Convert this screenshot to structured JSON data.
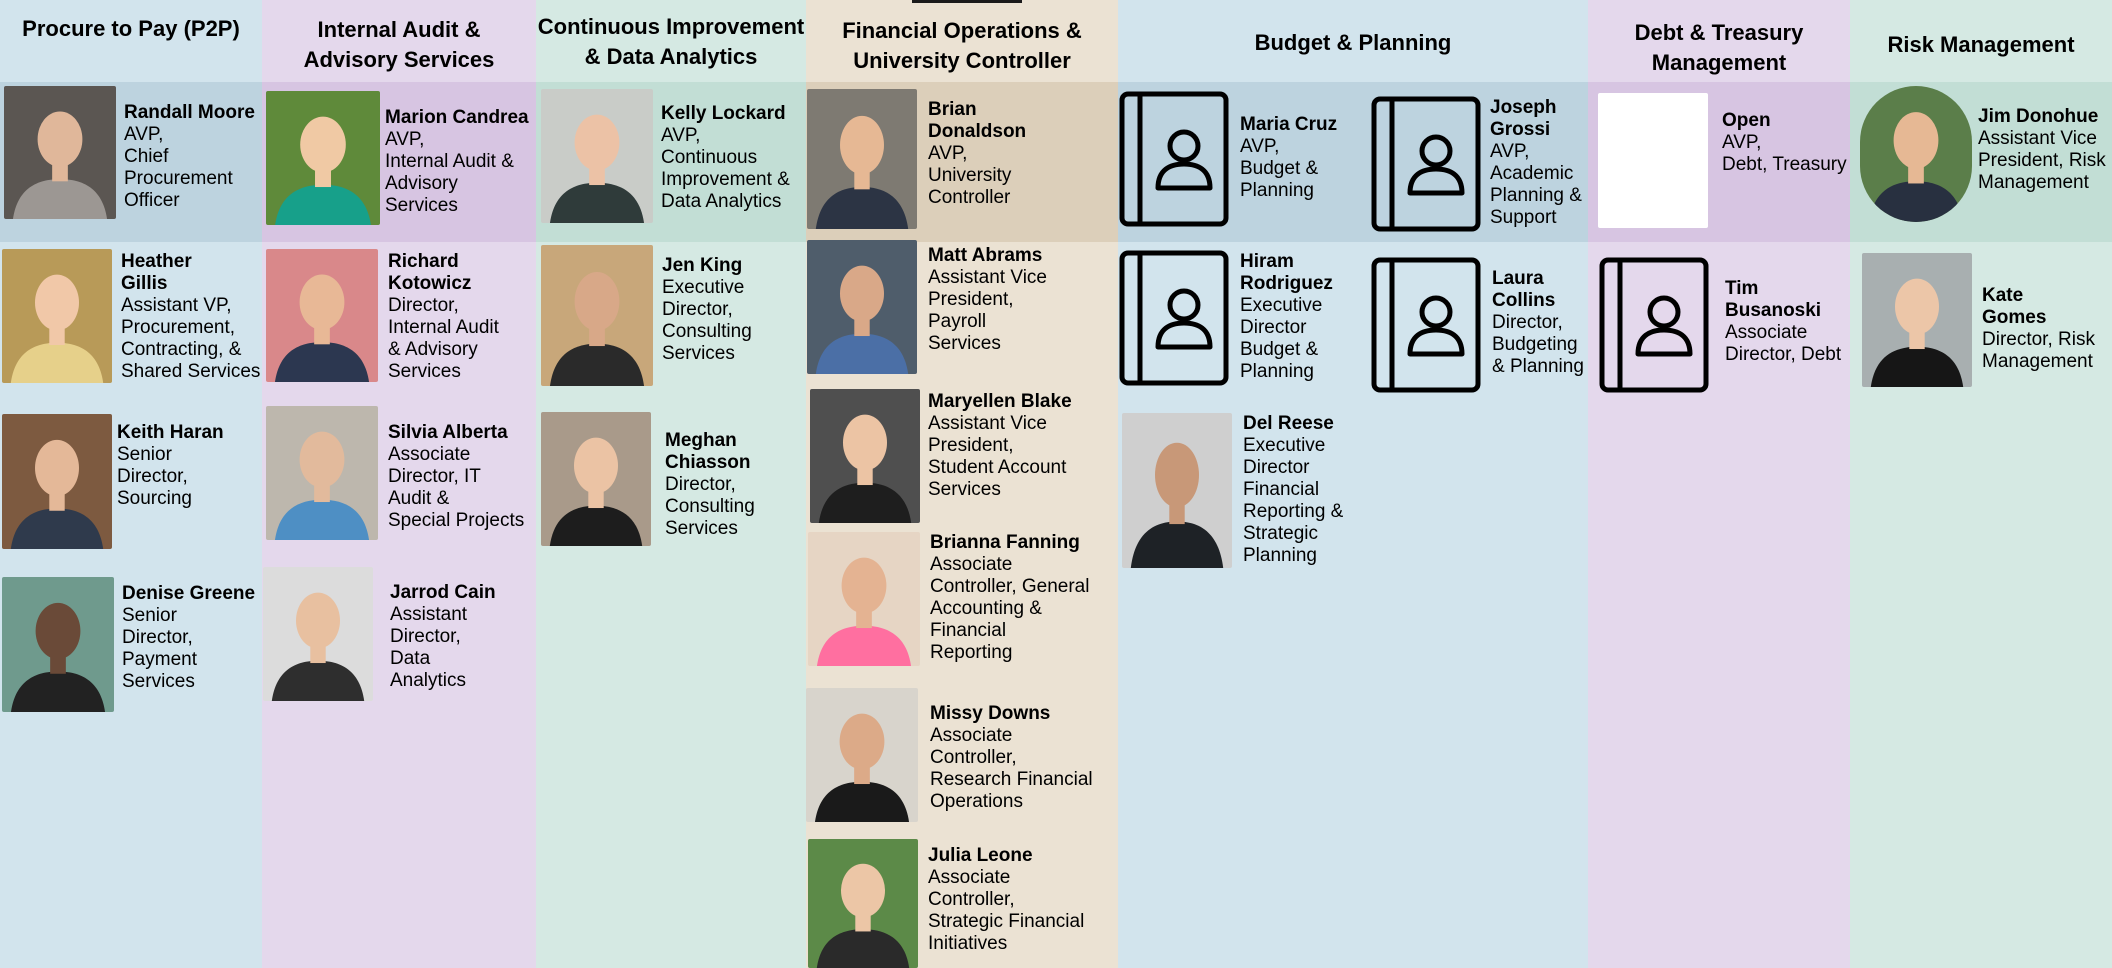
{
  "colors": {
    "blue": "#d2e4ed",
    "blue_band": "#bdd3df",
    "purple": "#e4d8ec",
    "purple_band": "#d7c5e2",
    "green": "#d5e9e3",
    "green_band": "#c2ded5",
    "tan": "#ebe2d3",
    "tan_band": "#dccfba"
  },
  "columns": [
    {
      "header": "Procure to Pay (P2P)",
      "people": [
        {
          "name": "Randall Moore",
          "title": "AVP,\nChief\nProcurement\nOfficer"
        },
        {
          "name": "Heather\nGillis",
          "title": "Assistant VP,\nProcurement,\nContracting, &\nShared Services"
        },
        {
          "name": "Keith Haran",
          "title": "Senior\nDirector,\nSourcing"
        },
        {
          "name": "Denise Greene",
          "title": "Senior\nDirector,\nPayment\nServices"
        }
      ]
    },
    {
      "header": "Internal Audit &\nAdvisory Services",
      "people": [
        {
          "name": "Marion Candrea",
          "title": "AVP,\nInternal Audit &\nAdvisory\nServices"
        },
        {
          "name": "Richard\nKotowicz",
          "title": "Director,\nInternal Audit\n& Advisory\nServices"
        },
        {
          "name": "Silvia Alberta",
          "title": "Associate\nDirector, IT\nAudit &\nSpecial Projects"
        },
        {
          "name": "Jarrod Cain",
          "title": "Assistant\nDirector,\nData\nAnalytics"
        }
      ]
    },
    {
      "header": "Continuous Improvement\n& Data Analytics",
      "people": [
        {
          "name": "Kelly Lockard",
          "title": "AVP,\nContinuous\nImprovement &\nData Analytics"
        },
        {
          "name": "Jen King",
          "title": "Executive\nDirector,\nConsulting\nServices"
        },
        {
          "name": "Meghan\nChiasson",
          "title": "Director,\nConsulting\nServices"
        }
      ]
    },
    {
      "header": "Financial Operations &\nUniversity Controller",
      "people": [
        {
          "name": "Brian\nDonaldson",
          "title": "AVP,\nUniversity\nController"
        },
        {
          "name": "Matt Abrams",
          "title": "Assistant Vice\nPresident,\nPayroll\nServices"
        },
        {
          "name": "Maryellen Blake",
          "title": "Assistant Vice\nPresident,\nStudent Account\nServices"
        },
        {
          "name": "Brianna Fanning",
          "title": "Associate\nController, General\nAccounting &\nFinancial\nReporting"
        },
        {
          "name": "Missy Downs",
          "title": "Associate\nController,\nResearch Financial\nOperations"
        },
        {
          "name": "Julia Leone",
          "title": "Associate\nController,\nStrategic Financial\nInitiatives"
        }
      ]
    },
    {
      "header": "Budget & Planning",
      "people": [
        {
          "name": "Maria Cruz",
          "title": "AVP,\nBudget &\nPlanning"
        },
        {
          "name": "Joseph\nGrossi",
          "title": "AVP,\nAcademic\nPlanning &\nSupport"
        },
        {
          "name": "Hiram\nRodriguez",
          "title": "Executive\nDirector\nBudget &\nPlanning"
        },
        {
          "name": "Laura\nCollins",
          "title": "Director,\nBudgeting\n& Planning"
        },
        {
          "name": "Del Reese",
          "title": "Executive\nDirector\nFinancial\nReporting &\nStrategic\nPlanning"
        }
      ]
    },
    {
      "header": "Debt & Treasury\nManagement",
      "people": [
        {
          "name": "Open",
          "title": "AVP,\nDebt, Treasury"
        },
        {
          "name": "Tim\nBusanoski",
          "title": "Associate\nDirector, Debt"
        }
      ]
    },
    {
      "header": "Risk Management",
      "people": [
        {
          "name": "Jim Donohue",
          "title": "Assistant Vice\nPresident, Risk\nManagement"
        },
        {
          "name": "Kate\nGomes",
          "title": "Director, Risk\nManagement"
        }
      ]
    }
  ]
}
